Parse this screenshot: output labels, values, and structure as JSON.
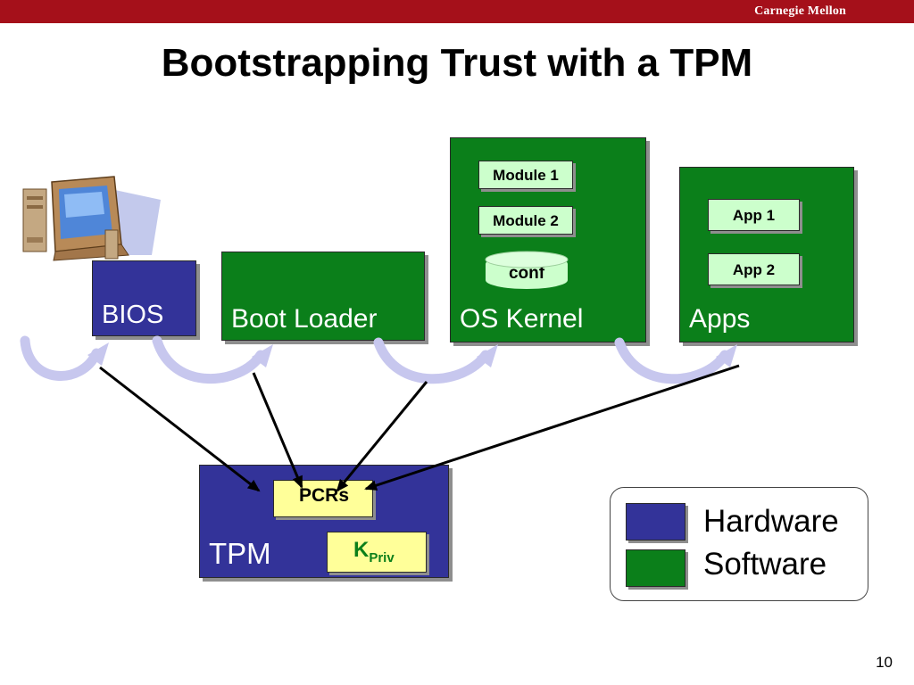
{
  "header": {
    "brand": "Carnegie Mellon"
  },
  "slide": {
    "title": "Bootstrapping Trust with a TPM",
    "page_number": "10"
  },
  "components": {
    "bios": "BIOS",
    "boot_loader": "Boot Loader",
    "os_kernel": "OS Kernel",
    "apps": "Apps",
    "kernel_items": [
      "Module 1",
      "Module 2",
      "conf"
    ],
    "app_items": [
      "App 1",
      "App 2"
    ]
  },
  "tpm": {
    "label": "TPM",
    "pcrs": "PCRs",
    "key_main": "K",
    "key_sub": "Priv"
  },
  "legend": {
    "items": [
      {
        "label": "Hardware",
        "color": "#333399"
      },
      {
        "label": "Software",
        "color": "#0b7f1a"
      }
    ]
  },
  "colors": {
    "banner": "#a5101a",
    "hardware": "#333399",
    "software": "#0b7f1a",
    "module_fill": "#ccffcc",
    "pcr_fill": "#ffff99",
    "key_text": "#0b7f1a",
    "arc": "#c7c7ee"
  },
  "icons": [
    "computer-icon",
    "arrow-icon",
    "arc-arrow-icon"
  ]
}
